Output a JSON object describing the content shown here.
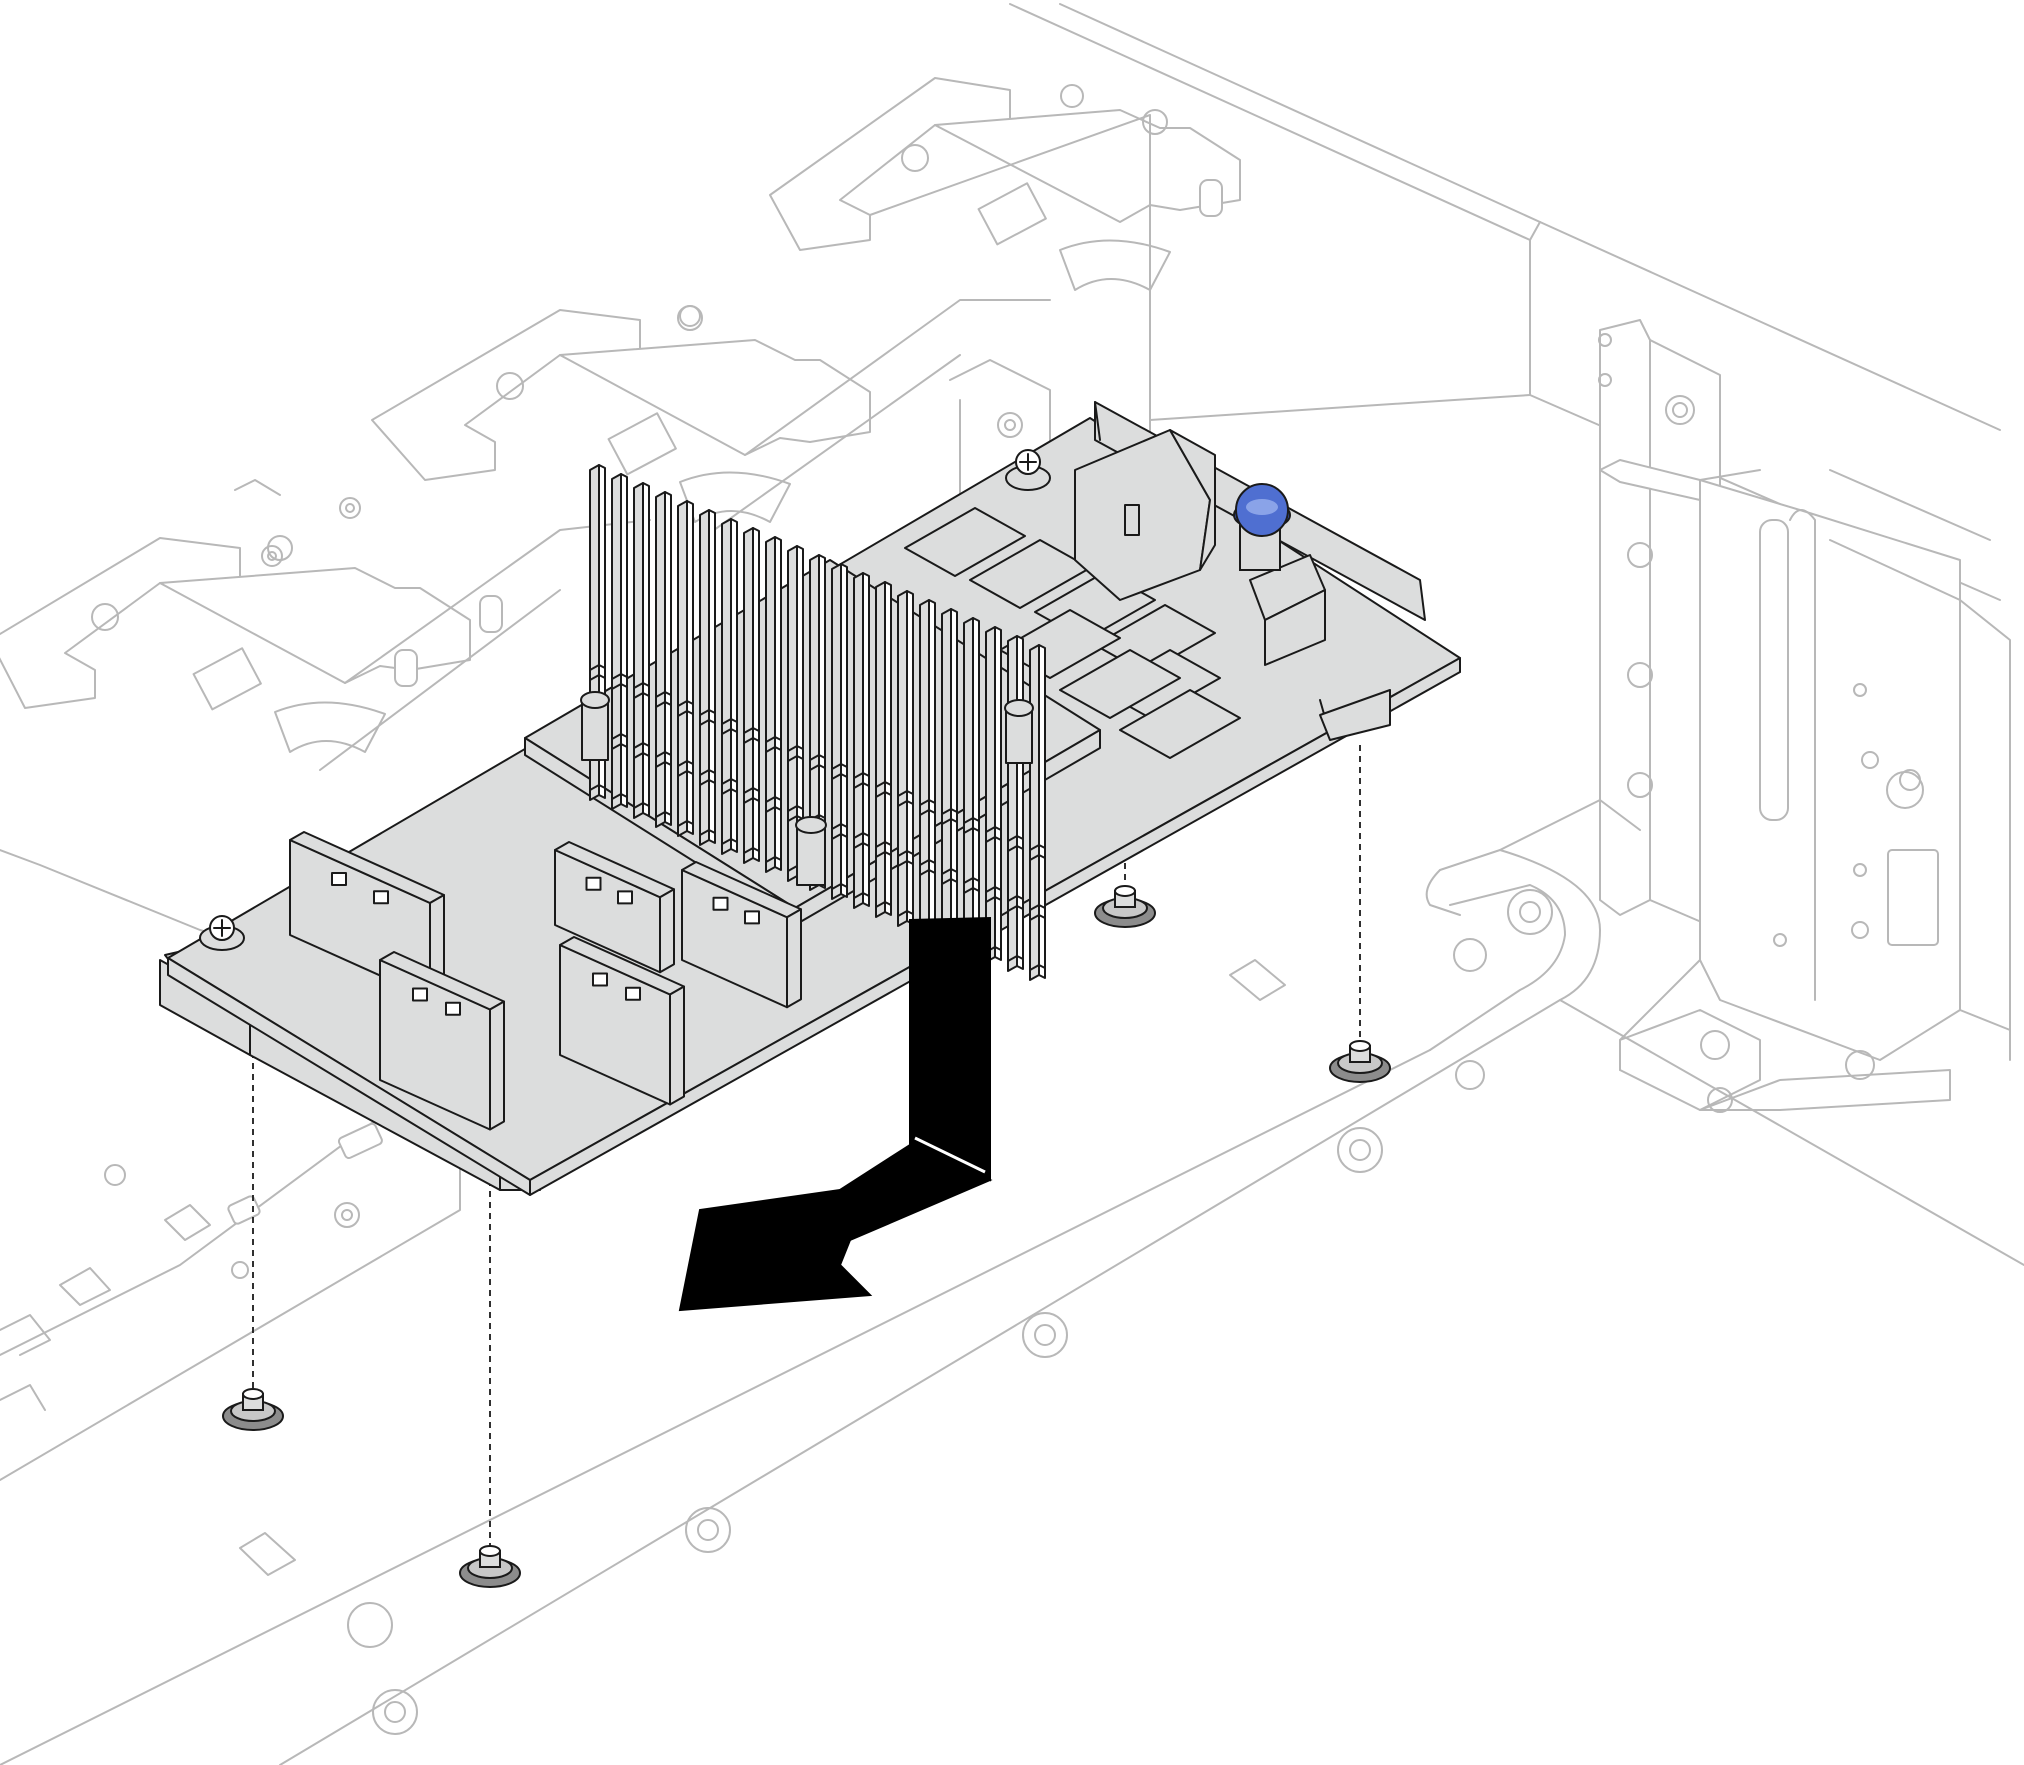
{
  "figure": {
    "callouts": [],
    "colors": {
      "background": "#ffffff",
      "chassis_outline": "#b8b8b8",
      "board_fill": "#dcdddd",
      "board_outline": "#1a1a1a",
      "arrow": "#000000",
      "standoff": "#8c8c8c",
      "thumbscrew": "#4f6fd1"
    },
    "icons": [
      "install-arrow",
      "standoff",
      "thumbscrew",
      "heatsink",
      "connector",
      "screw"
    ],
    "standoff_count": 4,
    "heatsink_fin_count": 22
  }
}
